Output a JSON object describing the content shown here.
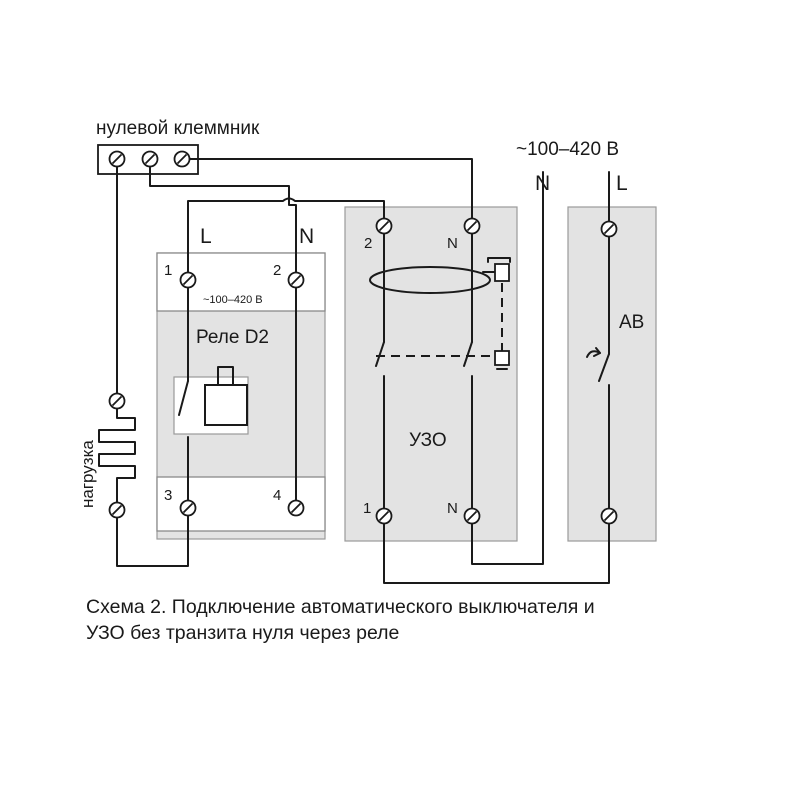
{
  "neutral_block": {
    "label": "нулевой клеммник"
  },
  "supply": {
    "voltage": "~100–420 В",
    "n": "N",
    "l": "L"
  },
  "relay": {
    "name": "Реле D2",
    "input_l": "L",
    "input_n": "N",
    "terminal_1": "1",
    "terminal_2": "2",
    "terminal_3": "3",
    "terminal_4": "4",
    "voltage": "~100–420 В"
  },
  "rcd": {
    "name": "УЗО",
    "top_left": "2",
    "top_right": "N",
    "bottom_left": "1",
    "bottom_right": "N"
  },
  "breaker": {
    "name": "АВ"
  },
  "load": {
    "label": "нагрузка"
  },
  "caption": {
    "line1": "Схема 2. Подключение автоматического выключателя и",
    "line2": "УЗО без транзита нуля через реле"
  }
}
